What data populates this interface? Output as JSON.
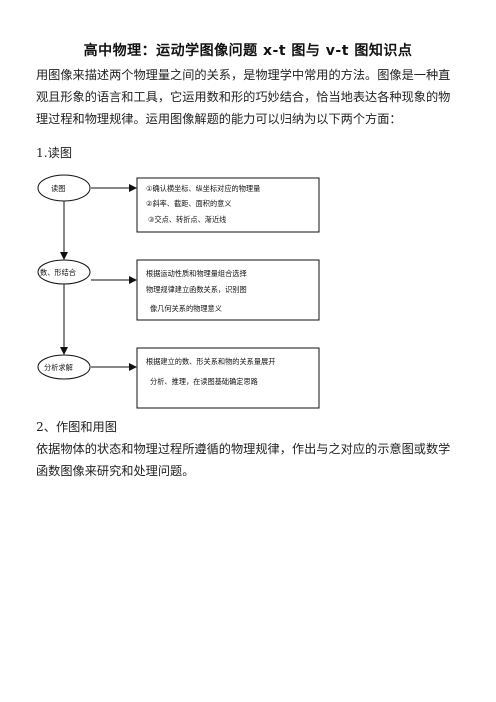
{
  "doc": {
    "title": "高中物理：运动学图像问题 x-t 图与 v-t 图知识点",
    "intro": "用图像来描述两个物理量之间的关系，是物理学中常用的方法。图像是一种直观且形象的语言和工具，它运用数和形的巧妙结合，恰当地表达各种现象的物理过程和物理规律。运用图像解题的能力可以归纳为以下两个方面：",
    "section1": "1.读图",
    "section2": "2、作图和用图",
    "section2_text": "依据物体的状态和物理过程所遵循的物理规律，作出与之对应的示意图或数学函数图像来研究和处理问题。"
  },
  "diagram": {
    "step1": "读图",
    "step2": "数、形结合",
    "step3": "分析求解",
    "box1_lines": [
      "①确认横坐标、纵坐标对应的物理量",
      "②斜率、截距、面积的意义",
      "③交点、转折点、渐近线"
    ],
    "box2_lines": [
      "根据运动性质和物理量组合选择",
      "物理规律建立函数关系，识别图",
      "像几何关系的物理意义"
    ],
    "box3_lines": [
      "根据建立的数、形关系和物的关系量展开",
      "分析、推理，在读图基础确定思路"
    ]
  }
}
